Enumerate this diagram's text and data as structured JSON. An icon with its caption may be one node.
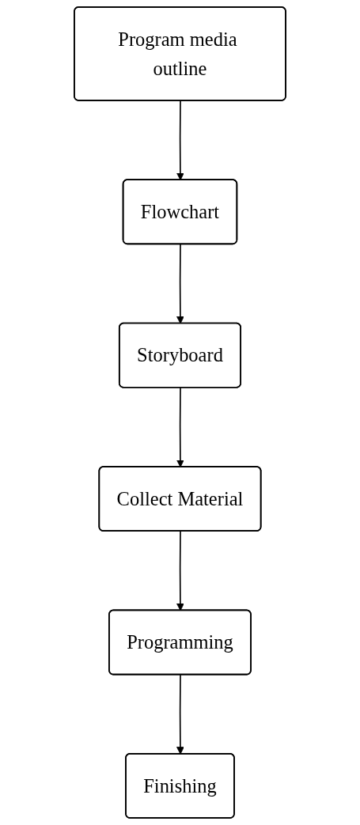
{
  "diagram": {
    "nodes": [
      {
        "text": [
          "Program media outline"
        ]
      },
      {
        "text": [
          "Flowchart"
        ]
      },
      {
        "text": [
          "Storyboard"
        ]
      },
      {
        "text": [
          "Collect Material"
        ]
      },
      {
        "text": [
          "Programming"
        ]
      },
      {
        "text": [
          "Finishing"
        ]
      }
    ],
    "edges": [
      {
        "from": 0,
        "to": 1,
        "arrow": "to"
      },
      {
        "from": 1,
        "to": 2,
        "arrow": "to"
      },
      {
        "from": 2,
        "to": 3,
        "arrow": "to"
      },
      {
        "from": 3,
        "to": 4,
        "arrow": "to"
      },
      {
        "from": 4,
        "to": 5,
        "arrow": "to"
      }
    ]
  }
}
